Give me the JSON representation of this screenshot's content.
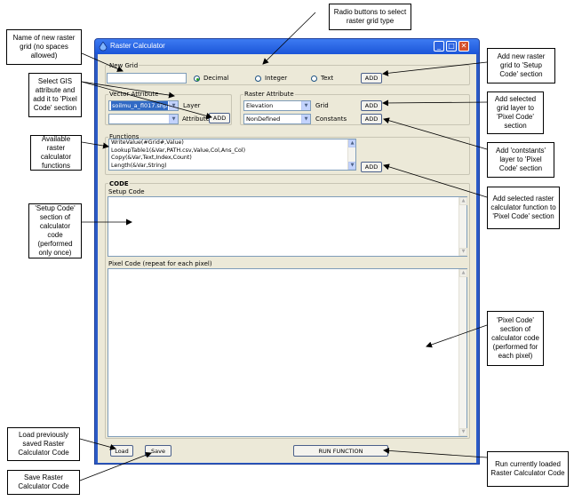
{
  "window": {
    "title": "Raster Calculator",
    "minimize_glyph": "_",
    "maximize_glyph": "□",
    "close_glyph": "✕"
  },
  "new_grid": {
    "group_label": "New Grid",
    "name_value": "",
    "options": [
      "Decimal",
      "Integer",
      "Text"
    ],
    "selected": "Decimal",
    "add_label": "ADD"
  },
  "vector_attribute": {
    "group_label": "Vector Attribute",
    "layer_value": "soilmu_a_fl017.shp",
    "layer_label": "Layer",
    "attribute_value": "",
    "attribute_label": "Attribute",
    "add_label": "ADD"
  },
  "raster_attribute": {
    "group_label": "Raster Attribute",
    "grid_value": "Elevation",
    "grid_label": "Grid",
    "constants_value": "NonDefined",
    "constants_label": "Constants",
    "grid_add_label": "ADD",
    "constants_add_label": "ADD"
  },
  "functions": {
    "group_label": "Functions",
    "items": [
      "WriteValue(#Grid#,Value)",
      "LookupTable1(&Var,PATH.csv,Value,Col,Ans_Col)",
      "Copy(&Var,Text,Index,Count)",
      "Length(&Var,String)"
    ],
    "add_label": "ADD"
  },
  "code": {
    "group_label": "CODE",
    "setup_label": "Setup Code",
    "pixel_label": "Pixel Code (repeat for each pixel)"
  },
  "footer": {
    "load_label": "Load",
    "save_label": "Save",
    "run_label": "RUN FUNCTION"
  },
  "callouts": {
    "radio_types": "Radio buttons to select raster grid type",
    "grid_name": "Name of new raster grid (no spaces allowed)",
    "select_gis": "Select GIS attribute and add it to 'Pixel Code' section",
    "available_functions": "Available raster calculator functions",
    "setup_code": "'Setup Code' section of calculator code (performed only once)",
    "add_new_grid": "Add new raster grid to 'Setup Code' section",
    "add_grid_layer": "Add selected grid layer to 'Pixel Code' section",
    "add_constants": "Add 'contstants' layer to 'Pixel Code' section",
    "add_function": "Add selected raster calculator function to 'Pixel Code' section",
    "pixel_code": "'Pixel Code' section of calculator code (performed for each pixel)",
    "load_code": "Load previously saved Raster Calculator Code",
    "save_code": "Save Raster Calculator Code",
    "run_code": "Run currently loaded Raster Calculator Code"
  }
}
